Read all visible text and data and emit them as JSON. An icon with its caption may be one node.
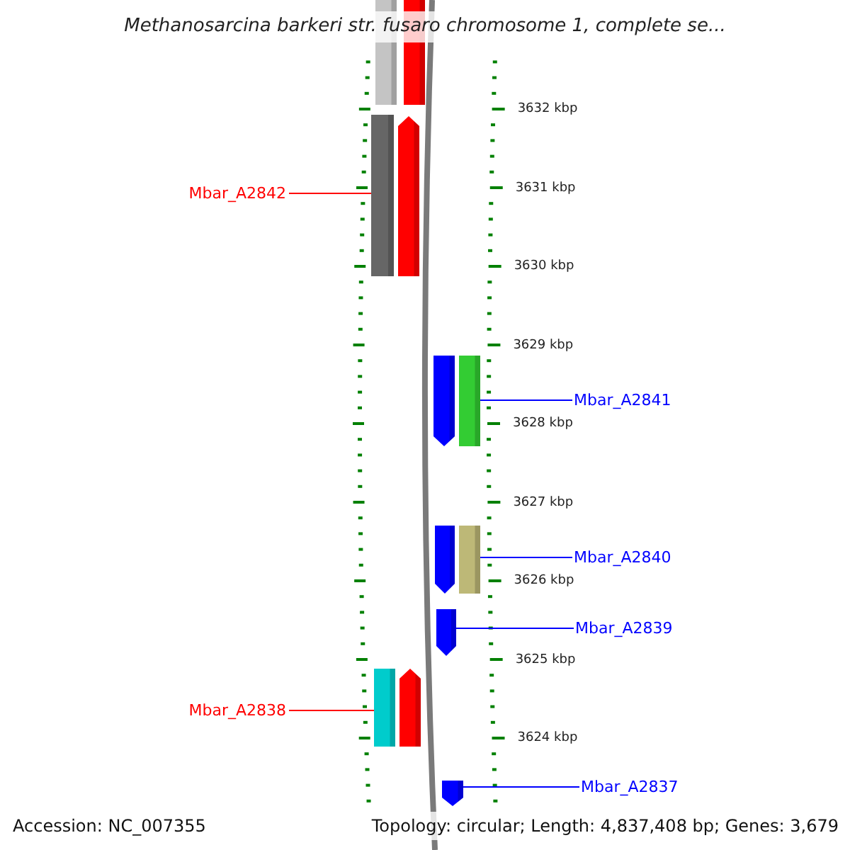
{
  "diagram": {
    "title": "Methanosarcina barkeri str. fusaro chromosome 1, complete se...",
    "nodes": [
      {
        "text": [],
        "shape": "bar"
      },
      {
        "text": [],
        "shape": "bar"
      },
      {
        "text": [],
        "shape": "bar"
      },
      {
        "text": [],
        "shape": "arrow"
      },
      {
        "text": [
          "Mbar_A2842"
        ]
      },
      {
        "text": [],
        "shape": "arrow"
      },
      {
        "text": [],
        "shape": "bar"
      },
      {
        "text": [
          "Mbar_A2841"
        ]
      },
      {
        "text": [],
        "shape": "arrow"
      },
      {
        "text": [],
        "shape": "bar"
      },
      {
        "text": [
          "Mbar_A2840"
        ]
      },
      {
        "text": [],
        "shape": "arrow"
      },
      {
        "text": [
          "Mbar_A2839"
        ]
      },
      {
        "text": [],
        "shape": "bar"
      },
      {
        "text": [],
        "shape": "arrow"
      },
      {
        "text": [
          "Mbar_A2838"
        ]
      },
      {
        "text": [],
        "shape": "arrow"
      },
      {
        "text": [
          "Mbar_A2837"
        ]
      }
    ],
    "edges": [
      {
        "from": 4,
        "to": 2,
        "arrow": "none",
        "color": "#ff0000"
      },
      {
        "from": 7,
        "to": 6,
        "arrow": "none",
        "color": "#0000ff"
      },
      {
        "from": 10,
        "to": 9,
        "arrow": "none",
        "color": "#0000ff"
      },
      {
        "from": 12,
        "to": 11,
        "arrow": "none",
        "color": "#0000ff"
      },
      {
        "from": 15,
        "to": 13,
        "arrow": "none",
        "color": "#ff0000"
      },
      {
        "from": 17,
        "to": 16,
        "arrow": "none",
        "color": "#0000ff"
      }
    ],
    "labels": [
      "3632 kbp",
      "3631 kbp",
      "3630 kbp",
      "3629 kbp",
      "3628 kbp",
      "3627 kbp",
      "3626 kbp",
      "3625 kbp",
      "3624 kbp",
      "Accession: NC_007355",
      "Topology: circular; Length: 4,837,408 bp; Genes: 3,679"
    ]
  }
}
